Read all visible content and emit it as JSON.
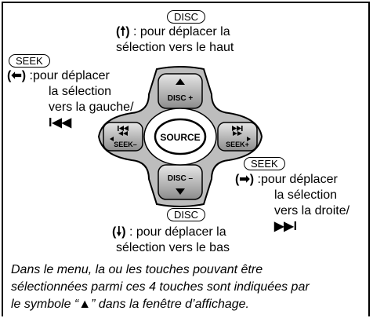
{
  "top": {
    "disc_label": "DISC",
    "arrow": "(🠕)",
    "line1": " : pour déplacer la",
    "line2": "sélection vers le haut"
  },
  "left": {
    "seek_label": "SEEK",
    "arrow": "(⬅)",
    "line1": " :pour déplacer",
    "line2": "la sélection",
    "line3": "vers la gauche/",
    "symbol": "I◀◀"
  },
  "right": {
    "seek_label": "SEEK",
    "arrow": "(➡)",
    "line1": " :pour déplacer",
    "line2": "la sélection",
    "line3": "vers la droite/",
    "symbol": "▶▶I"
  },
  "bottom": {
    "disc_label": "DISC",
    "arrow": "(🠗)",
    "line1": " : pour déplacer la",
    "line2": "sélection vers le bas"
  },
  "pad": {
    "center": "SOURCE",
    "up": "DISC +",
    "down": "DISC –",
    "left": "SEEK–",
    "right": "SEEK+",
    "up_icon": "up-arrow",
    "down_icon": "down-arrow",
    "left_icon": "skip-back",
    "right_icon": "skip-forward"
  },
  "note": {
    "line1": "Dans le menu, la ou les touches pouvant être",
    "line2": "sélectionnées parmi ces 4 touches sont indiquées par",
    "line3": "le symbole “▲” dans la fenêtre d’affichage."
  }
}
